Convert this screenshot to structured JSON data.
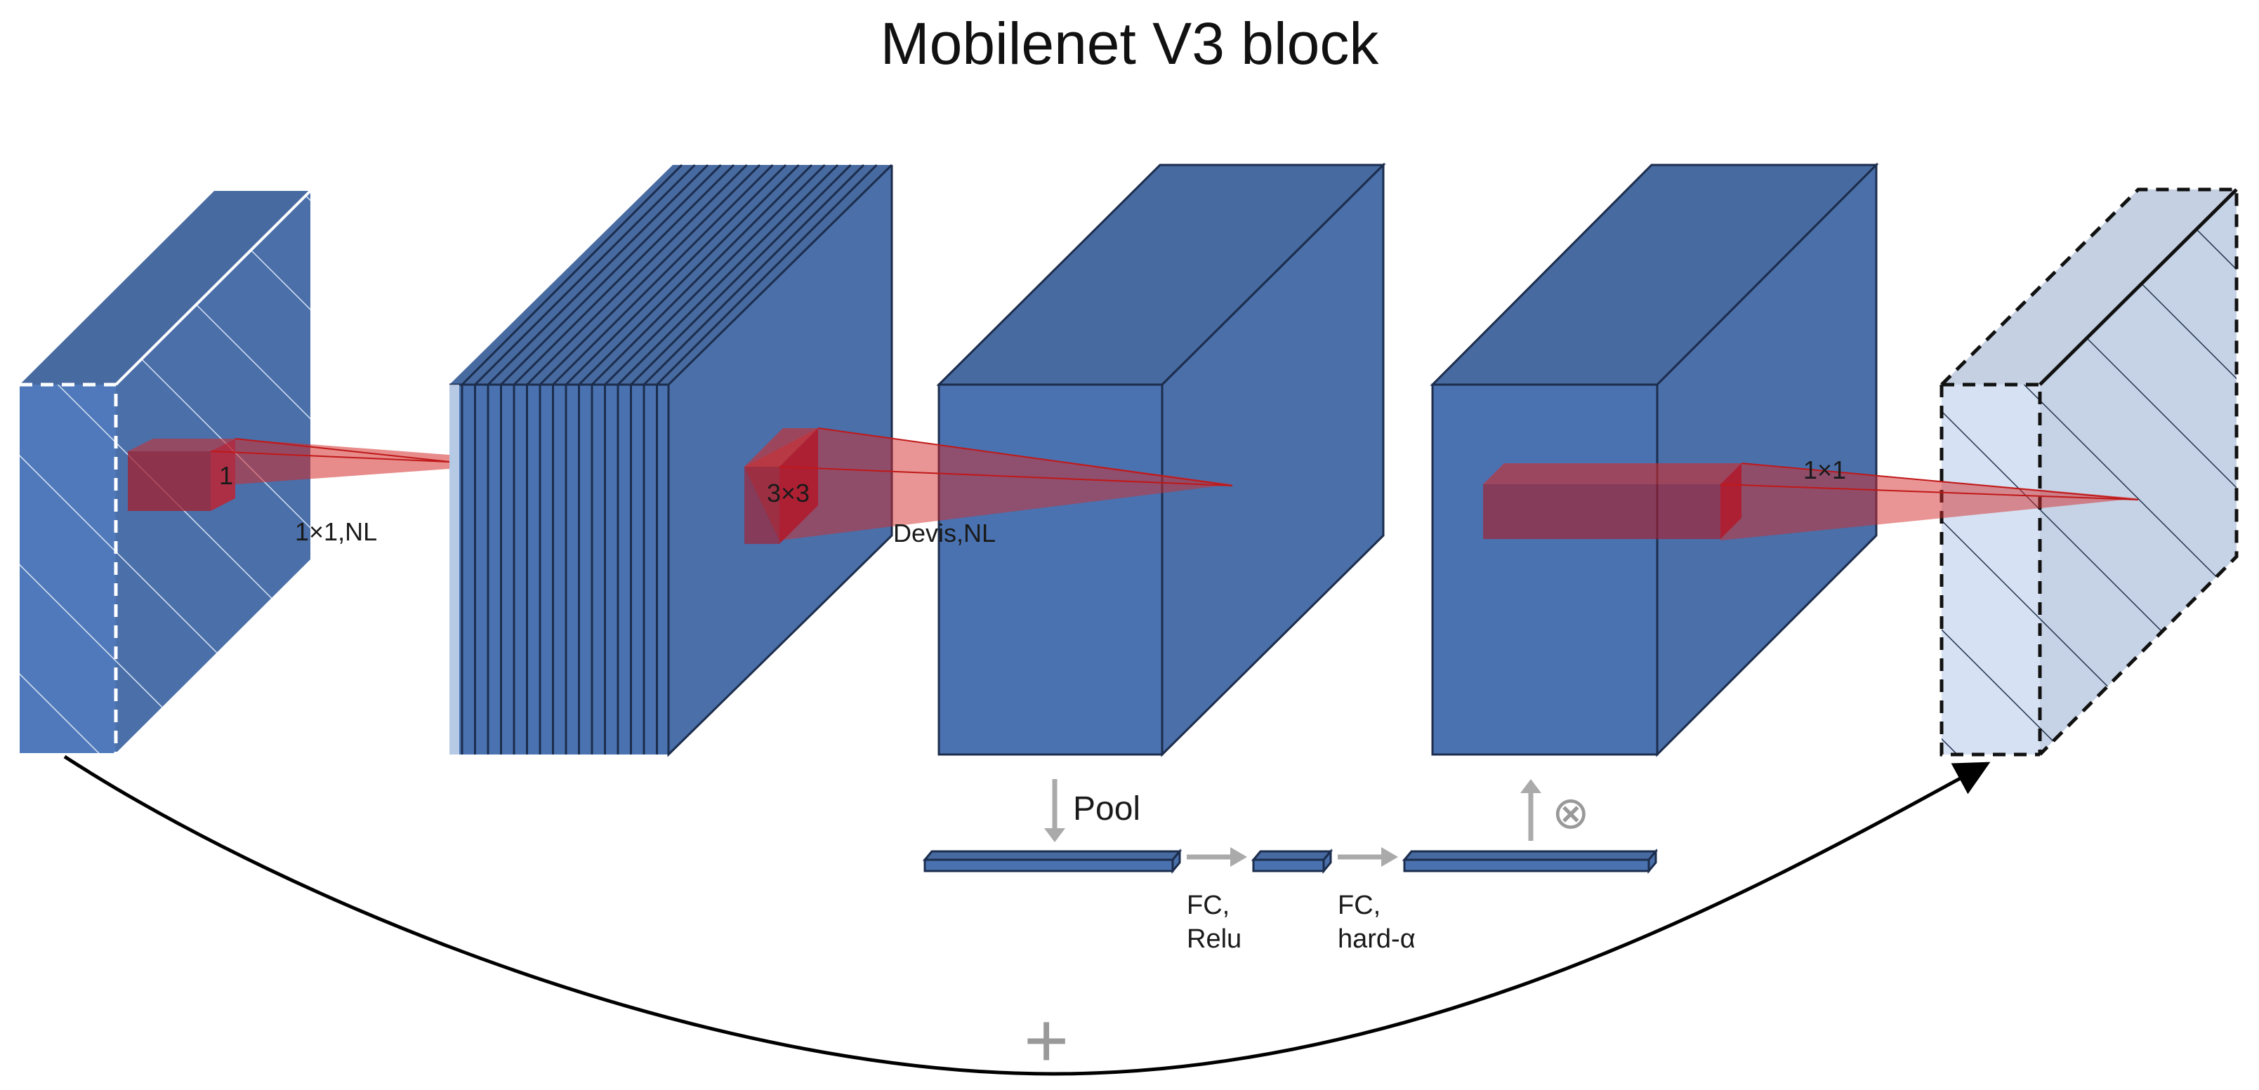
{
  "title": "Mobilenet V3 block",
  "labels": {
    "conv1_kernel": "1",
    "conv1_op": "1×1,NL",
    "dw_kernel": "3×3",
    "dw_op": "Devis,NL",
    "proj_kernel": "1×1",
    "pool": "Pool",
    "fc1": [
      "FC,",
      "Relu"
    ],
    "fc2": [
      "FC,",
      "hard-α"
    ],
    "multiply_symbol": "⊗",
    "add_symbol": "+"
  },
  "colors": {
    "block_front": "#4a72b0",
    "block_top": "#476aa0",
    "block_side": "#4a6fa9",
    "edge": "#1c2d4d",
    "kernel": "#d42b2b",
    "arrow_gray": "#aaaaaa",
    "input_front": "#4f79ba",
    "output_front": "#d6e2f3",
    "output_side": "#c6d3e6"
  }
}
